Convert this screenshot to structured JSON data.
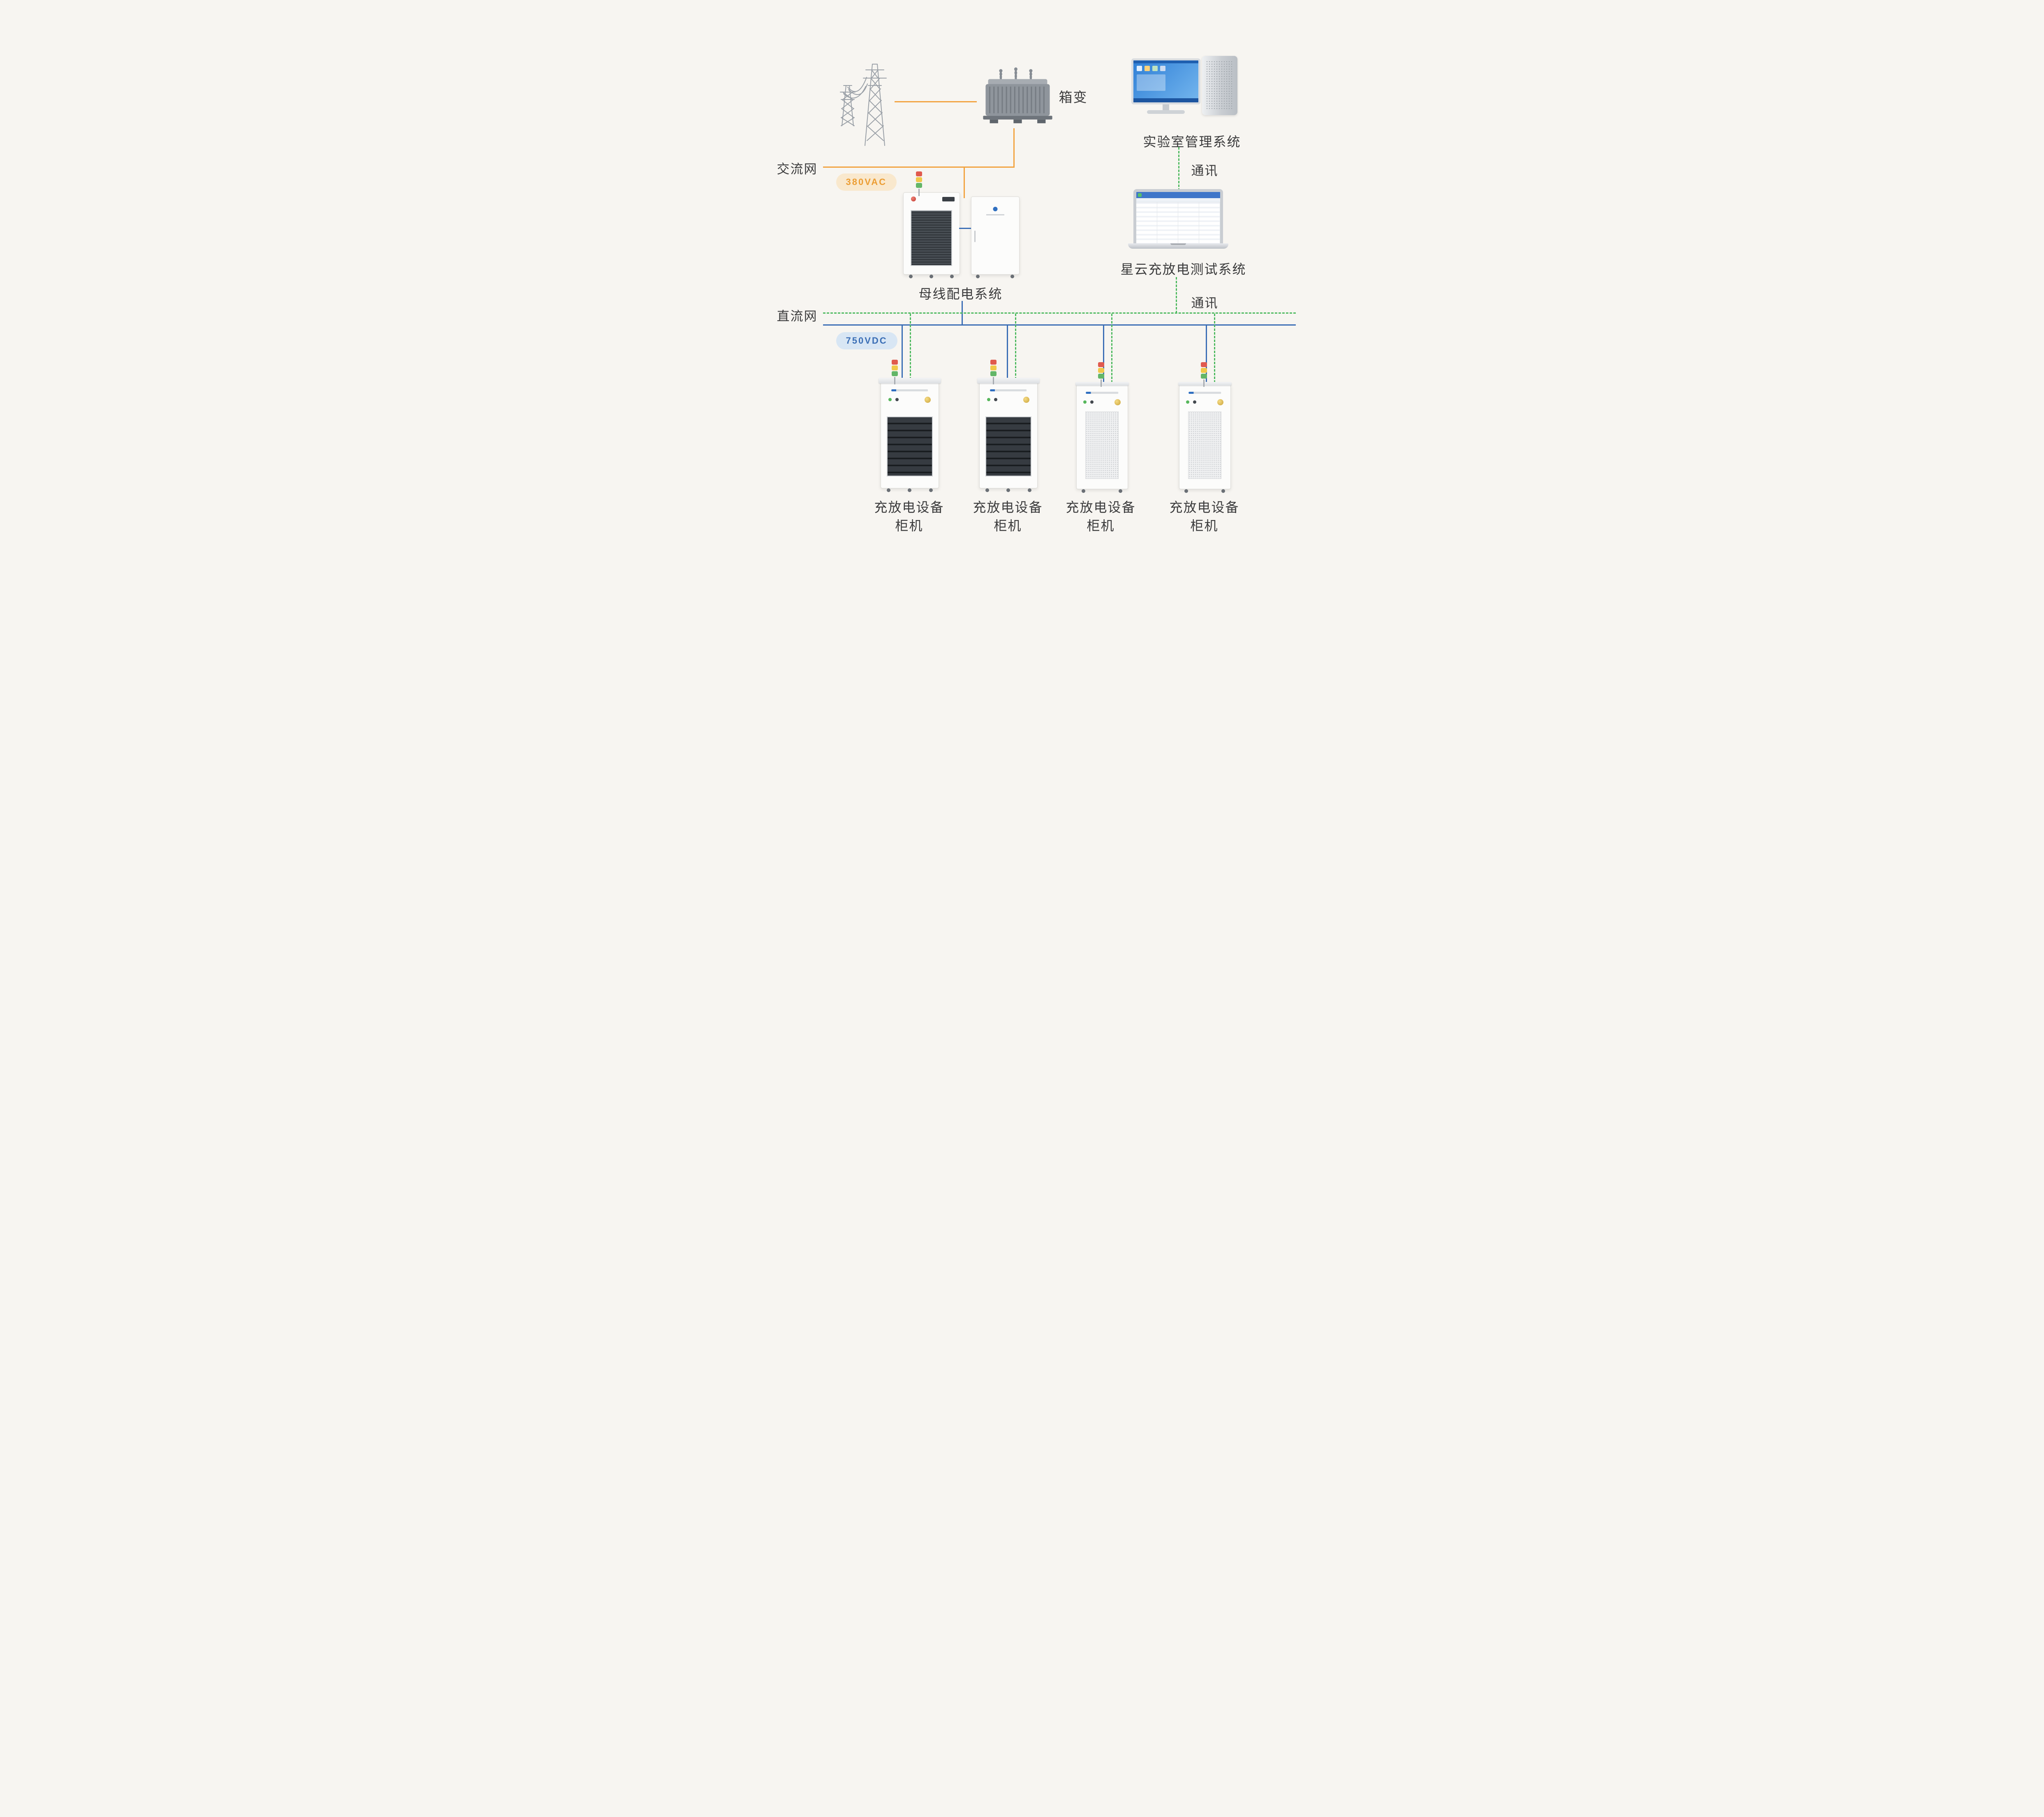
{
  "colors": {
    "background": "#f7f5f1",
    "ac_line": "#f2a340",
    "dc_line": "#3a6db5",
    "comm_line": "#4cb95e",
    "label_text": "#3b3b3c",
    "ac_badge_bg": "#f9e8cd",
    "ac_badge_text": "#ec9d33",
    "dc_badge_bg": "#d8e6f4",
    "dc_badge_text": "#3a6eb5"
  },
  "ac_network": {
    "label": "交流网",
    "voltage_badge": "380VAC"
  },
  "dc_network": {
    "label": "直流网",
    "voltage_badge": "750VDC"
  },
  "comm": {
    "top_label": "通讯",
    "bottom_label": "通讯"
  },
  "nodes": {
    "transformer": {
      "label": "箱变"
    },
    "lab_management_system": {
      "label": "实验室管理系统"
    },
    "test_system": {
      "label": "星云充放电测试系统"
    },
    "busbar_distribution": {
      "label": "母线配电系统"
    },
    "cabinets": [
      {
        "line1": "充放电设备",
        "line2": "柜机"
      },
      {
        "line1": "充放电设备",
        "line2": "柜机"
      },
      {
        "line1": "充放电设备",
        "line2": "柜机"
      },
      {
        "line1": "充放电设备",
        "line2": "柜机"
      }
    ]
  }
}
